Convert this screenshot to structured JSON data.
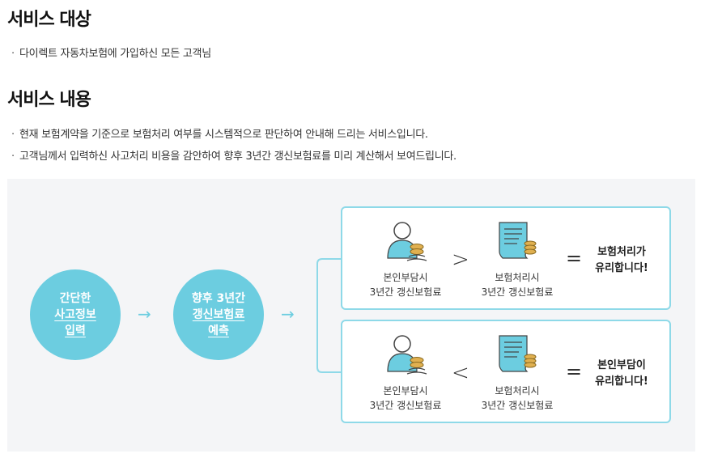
{
  "sections": [
    {
      "title": "서비스 대상",
      "items": [
        "다이렉트 자동차보험에 가입하신 모든 고객님"
      ]
    },
    {
      "title": "서비스 내용",
      "items": [
        "현재 보험계약을 기준으로 보험처리 여부를 시스템적으로 판단하여 안내해 드리는 서비스입니다.",
        "고객님께서 입력하신 사고처리 비용을 감안하여 향후 3년간 갱신보험료를 미리 계산해서 보여드립니다."
      ]
    }
  ],
  "bullet_char": "·",
  "diagram": {
    "step1": {
      "line1": "간단한",
      "line2": "사고정보",
      "line3": "입력"
    },
    "step2": {
      "line1": "향후 3년간",
      "line2": "갱신보험료",
      "line3": "예측"
    },
    "arrow": "→",
    "cases": [
      {
        "left_caption1": "본인부담시",
        "left_caption2": "3년간 갱신보험료",
        "comparator": ">",
        "right_caption1": "보험처리시",
        "right_caption2": "3년간 갱신보험료",
        "equals": "=",
        "result1": "보험처리가",
        "result2": "유리합니다!"
      },
      {
        "left_caption1": "본인부담시",
        "left_caption2": "3년간 갱신보험료",
        "comparator": "<",
        "right_caption1": "보험처리시",
        "right_caption2": "3년간 갱신보험료",
        "equals": "=",
        "result1": "본인부담이",
        "result2": "유리합니다!"
      }
    ]
  },
  "icons": {
    "person": "person-with-coins-icon",
    "document": "document-with-coins-icon"
  },
  "colors": {
    "accent": "#6ccde0",
    "box_border": "#8ed9e8",
    "panel_bg": "#f4f5f7",
    "coin": "#e0b050"
  }
}
